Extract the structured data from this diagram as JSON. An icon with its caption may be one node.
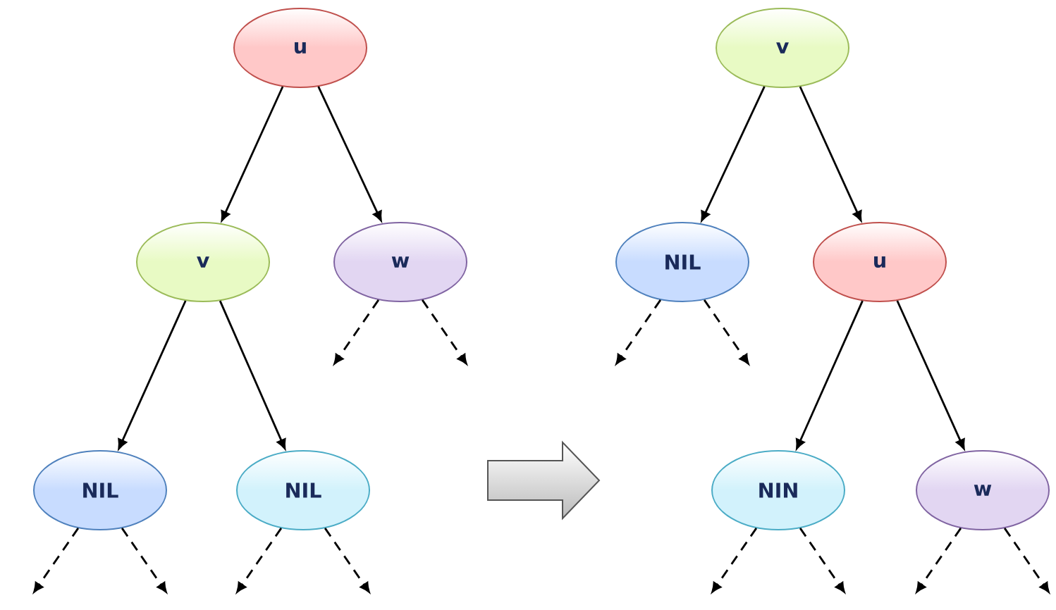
{
  "diagram": {
    "nodes": [
      {
        "text": [
          "u"
        ]
      },
      {
        "text": [
          "v"
        ]
      },
      {
        "text": [
          "w"
        ]
      },
      {
        "text": [
          "NIL"
        ]
      },
      {
        "text": [
          "NIL"
        ]
      },
      {
        "text": [
          "v"
        ]
      },
      {
        "text": [
          "NIL"
        ]
      },
      {
        "text": [
          "u"
        ]
      },
      {
        "text": [
          "NIN"
        ]
      },
      {
        "text": [
          "w"
        ]
      }
    ],
    "edges": [
      {
        "from": 0,
        "to": 1,
        "arrow": "to"
      },
      {
        "from": 0,
        "to": 2,
        "arrow": "to"
      },
      {
        "from": 1,
        "to": 3,
        "arrow": "to"
      },
      {
        "from": 1,
        "to": 4,
        "arrow": "to"
      },
      {
        "from": 2,
        "to": null,
        "arrow": "to",
        "style": "dashed"
      },
      {
        "from": 2,
        "to": null,
        "arrow": "to",
        "style": "dashed"
      },
      {
        "from": 3,
        "to": null,
        "arrow": "to",
        "style": "dashed"
      },
      {
        "from": 3,
        "to": null,
        "arrow": "to",
        "style": "dashed"
      },
      {
        "from": 4,
        "to": null,
        "arrow": "to",
        "style": "dashed"
      },
      {
        "from": 4,
        "to": null,
        "arrow": "to",
        "style": "dashed"
      },
      {
        "from": 5,
        "to": 6,
        "arrow": "to"
      },
      {
        "from": 5,
        "to": 7,
        "arrow": "to"
      },
      {
        "from": 6,
        "to": null,
        "arrow": "to",
        "style": "dashed"
      },
      {
        "from": 6,
        "to": null,
        "arrow": "to",
        "style": "dashed"
      },
      {
        "from": 7,
        "to": 8,
        "arrow": "to"
      },
      {
        "from": 7,
        "to": 9,
        "arrow": "to"
      },
      {
        "from": 8,
        "to": null,
        "arrow": "to",
        "style": "dashed"
      },
      {
        "from": 8,
        "to": null,
        "arrow": "to",
        "style": "dashed"
      },
      {
        "from": 9,
        "to": null,
        "arrow": "to",
        "style": "dashed"
      },
      {
        "from": 9,
        "to": null,
        "arrow": "to",
        "style": "dashed"
      }
    ]
  }
}
